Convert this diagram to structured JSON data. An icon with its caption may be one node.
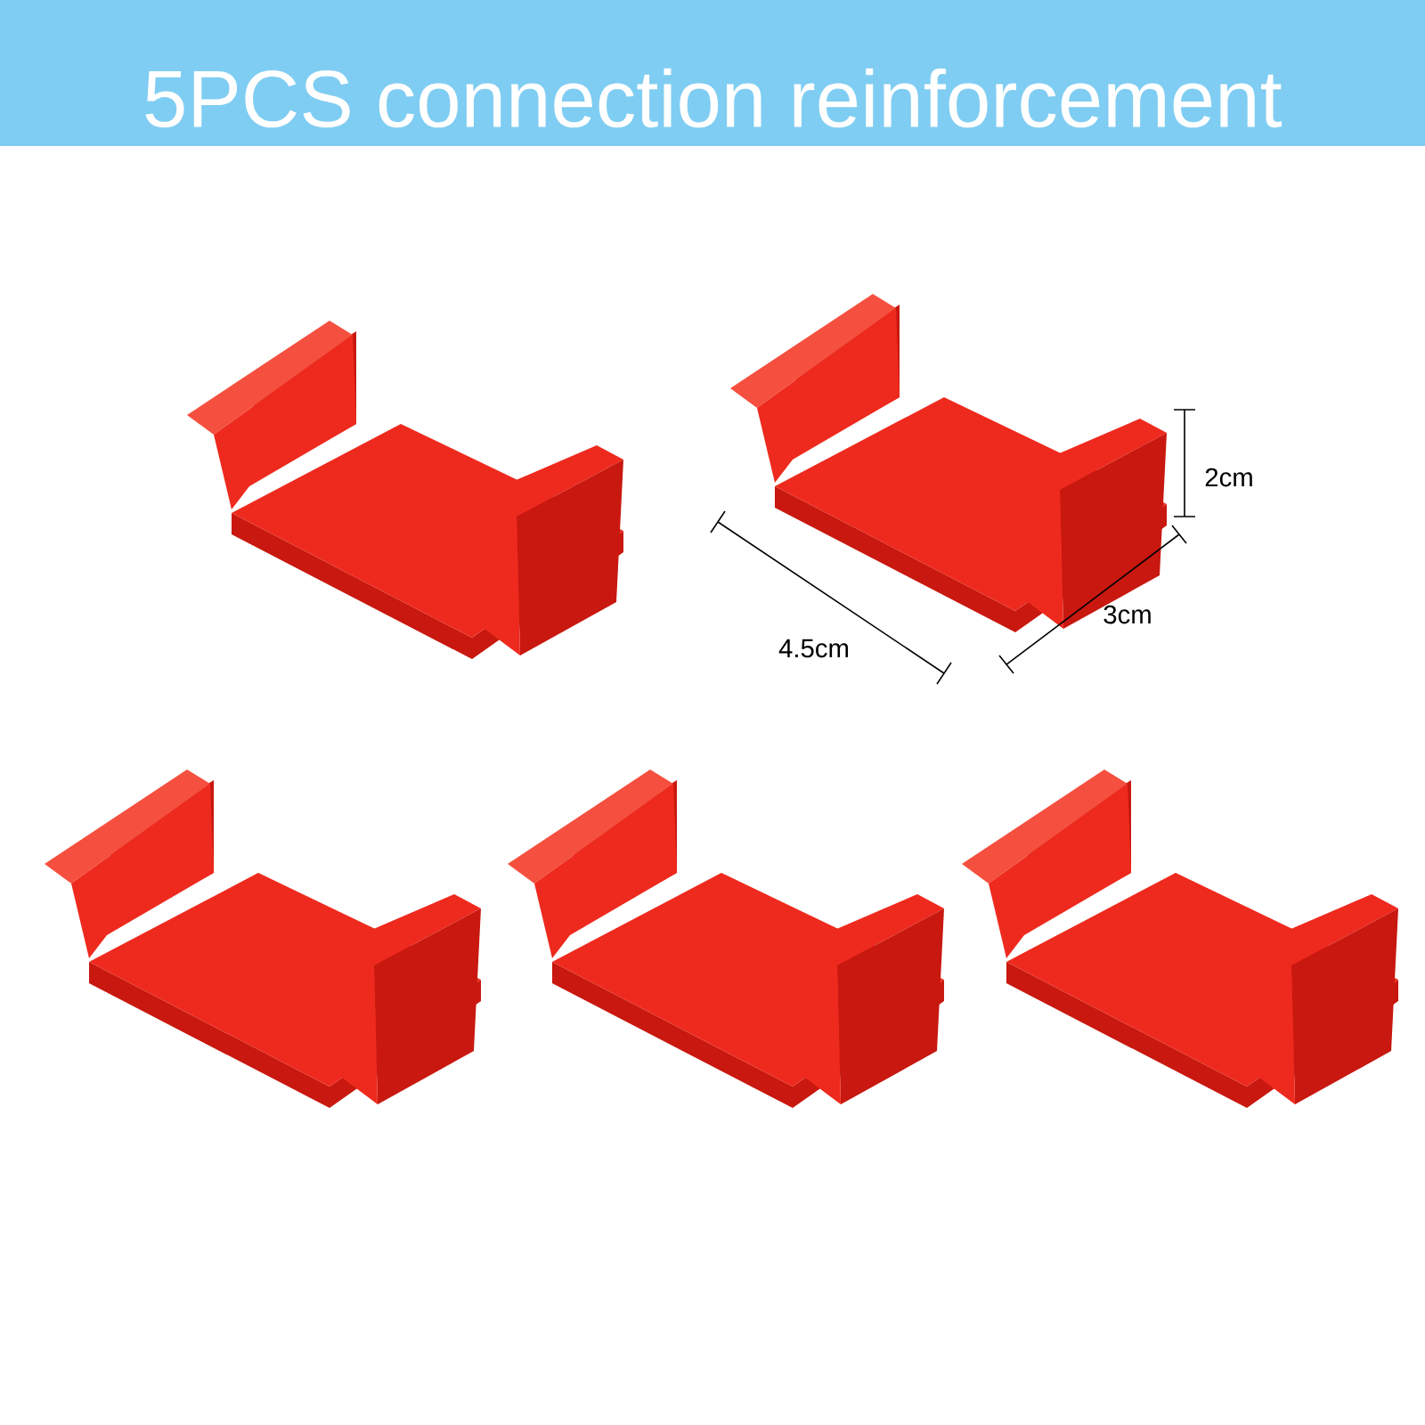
{
  "diagram": {
    "title": "5PCS connection reinforcement",
    "labels": [
      "2cm",
      "3cm",
      "4.5cm"
    ]
  }
}
